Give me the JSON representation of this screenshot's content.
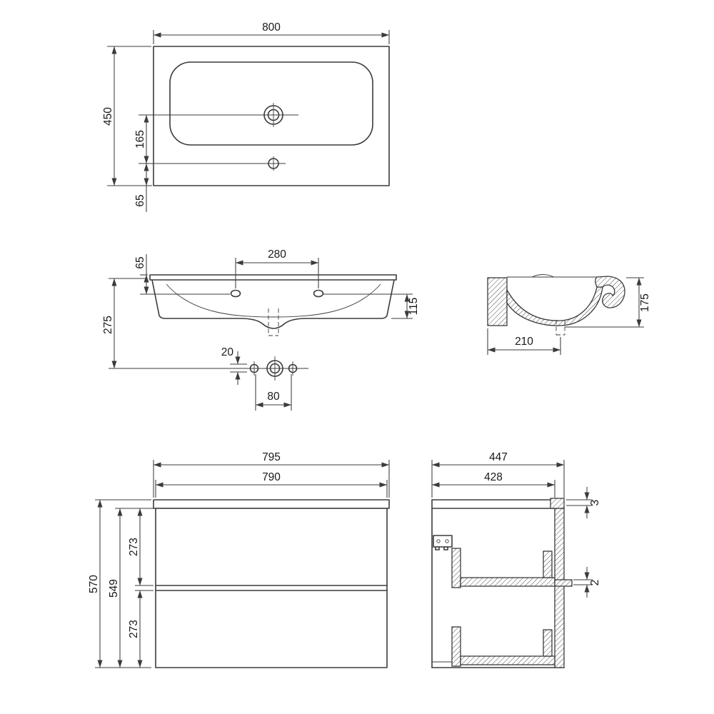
{
  "drawing": {
    "basin_top_view": {
      "width": "800",
      "depth": "450",
      "faucet_to_overflow": "165",
      "overflow_to_front_edge": "65"
    },
    "basin_front_view": {
      "tap_hole_spacing": "280",
      "rim_to_hole_line": "65",
      "rim_to_mounting_holes": "275",
      "front_apron_height": "115",
      "mounting_hole_offset": "20",
      "mounting_hole_spacing": "80"
    },
    "basin_side_view": {
      "height": "175",
      "mounting_depth": "210"
    },
    "cabinet_front_view": {
      "top_width": "795",
      "body_width": "790",
      "total_height": "570",
      "body_height": "549",
      "upper_drawer_height": "273",
      "lower_drawer_height": "273"
    },
    "cabinet_side_view": {
      "total_depth": "447",
      "body_depth": "428",
      "top_clearance": "3",
      "drawer_clearance": "2"
    }
  }
}
